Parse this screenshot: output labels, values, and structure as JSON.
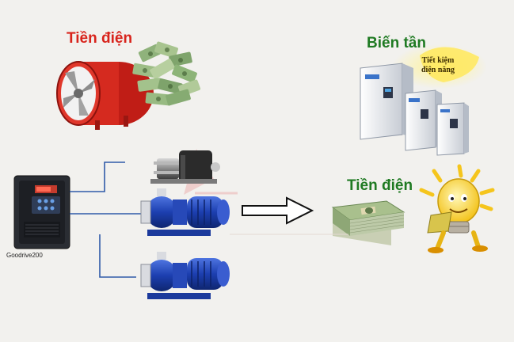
{
  "labels": {
    "tien_dien_top": "Tiền điện",
    "bien_tan": "Biến tần",
    "tiet_kiem_line1": "Tiết kiệm",
    "tiet_kiem_line2": "điện năng",
    "tien_dien_right": "Tiền điện",
    "drive_model": "Goodrive200"
  },
  "icons": {
    "fan": "axial-fan-icon",
    "money_pile": "money-pile-icon",
    "inverters": "inverter-cabinets-icon",
    "drive": "vfd-drive-icon",
    "pump": "pump-icon",
    "arrow": "right-arrow-icon",
    "money_stack": "money-stack-icon",
    "bulb": "light-bulb-mascot-icon"
  },
  "colors": {
    "red_label": "#d8241c",
    "green_label": "#1f7a22",
    "pump_blue": "#1b3ea8",
    "fan_red": "#d2241b",
    "wire_blue": "#2f5aa8"
  }
}
